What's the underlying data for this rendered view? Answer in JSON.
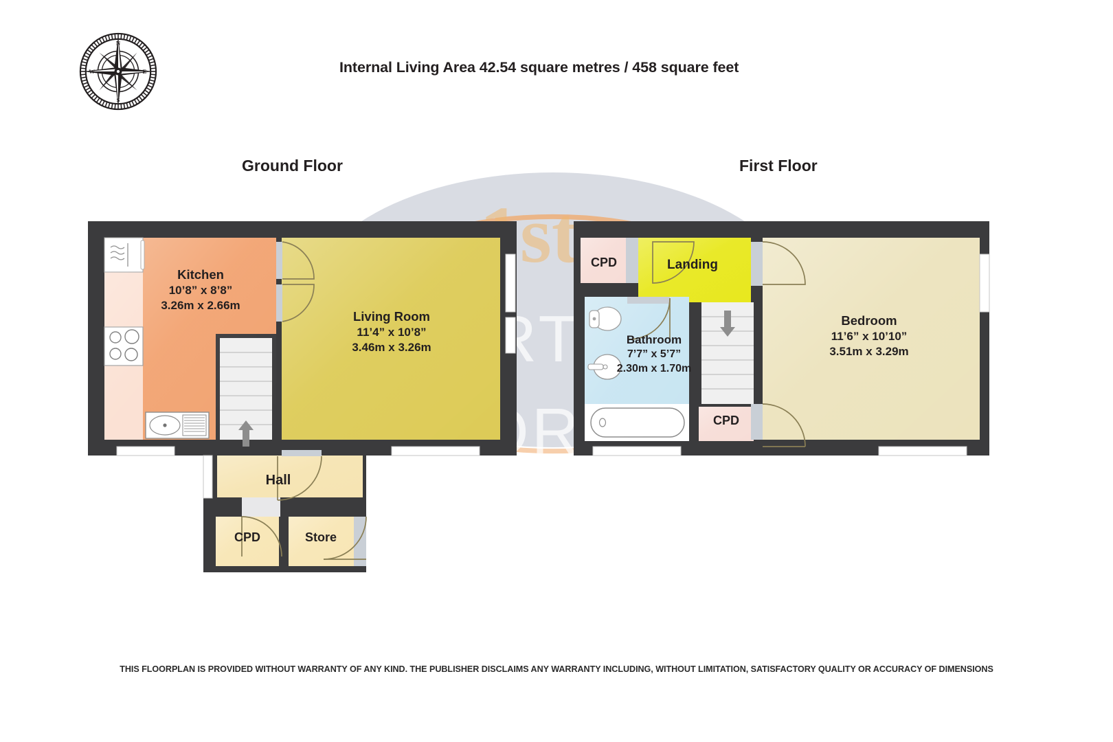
{
  "header": {
    "compass_icon": "compass-rose-icon",
    "area_title": "Internal Living Area 42.54 square metres / 458 square feet"
  },
  "watermark": {
    "line1": "1st",
    "line2": "SHORTLAND",
    "line3": "HORNE",
    "ellipse_color": "#b9c0cc",
    "swoosh_color": "#f0a868"
  },
  "floors": [
    {
      "id": "ground",
      "title": "Ground Floor"
    },
    {
      "id": "first",
      "title": "First Floor"
    }
  ],
  "rooms": {
    "kitchen": {
      "name": "Kitchen",
      "imperial": "10’8” x 8’8”",
      "metric": "3.26m x 2.66m",
      "fill": "#f2a371"
    },
    "living_room": {
      "name": "Living Room",
      "imperial": "11’4” x 10’8”",
      "metric": "3.46m x 3.26m",
      "fill": "#ddcb57"
    },
    "hall": {
      "name": "Hall",
      "fill": "#f6e4b2"
    },
    "cpd_gf": {
      "name": "CPD",
      "fill": "#f8e6b5"
    },
    "store": {
      "name": "Store",
      "fill": "#f8e6b5"
    },
    "cpd_ff_top": {
      "name": "CPD",
      "fill": "#f7ddd7"
    },
    "cpd_ff_bot": {
      "name": "CPD",
      "fill": "#f7ddd7"
    },
    "landing": {
      "name": "Landing",
      "fill": "#e8e81e"
    },
    "bathroom": {
      "name": "Bathroom",
      "imperial": "7’7” x 5’7”",
      "metric": "2.30m x 1.70m",
      "fill": "#c8e5f2"
    },
    "bedroom": {
      "name": "Bedroom",
      "imperial": "11’6” x 10’10”",
      "metric": "3.51m x 3.29m",
      "fill": "#ece3bd"
    }
  },
  "fixtures": {
    "kitchen": [
      "fridge-icon",
      "counter",
      "hob-icon",
      "counter",
      "sink-icon"
    ],
    "bathroom": [
      "toilet-icon",
      "basin-icon",
      "bathtub-icon"
    ],
    "stairs_ground": "stairs-up-arrow-icon",
    "stairs_first": "stairs-down-arrow-icon"
  },
  "colors": {
    "wall": "#3b3b3d",
    "window": "#ffffff",
    "door_swing": "#8a7f55",
    "text": "#231f20"
  },
  "footer": {
    "disclaimer": "THIS FLOORPLAN IS PROVIDED WITHOUT WARRANTY OF ANY KIND. THE PUBLISHER DISCLAIMS ANY WARRANTY INCLUDING, WITHOUT LIMITATION, SATISFACTORY QUALITY OR ACCURACY OF DIMENSIONS"
  }
}
